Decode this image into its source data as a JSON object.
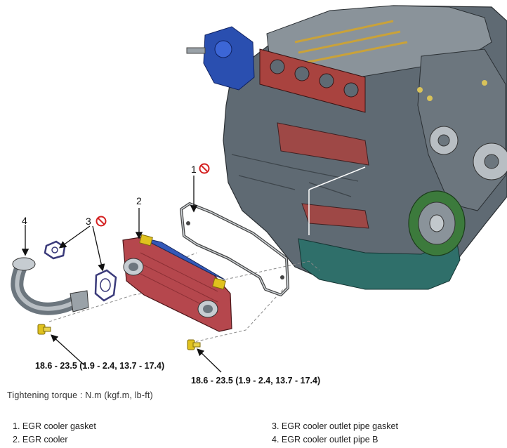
{
  "callouts": {
    "part1": "1",
    "part2": "2",
    "part3": "3",
    "part4": "4"
  },
  "torque_specs": {
    "left": "18.6 - 23.5 (1.9 - 2.4, 13.7 - 17.4)",
    "right": "18.6 - 23.5 (1.9 - 2.4, 13.7 - 17.4)"
  },
  "caption": "Tightening torque : N.m (kgf.m, lb-ft)",
  "legend": {
    "left": [
      "1. EGR cooler gasket",
      "2. EGR cooler"
    ],
    "right": [
      "3. EGR cooler outlet pipe gasket",
      "4. EGR cooler outlet pipe B"
    ]
  },
  "icons": {
    "no_reuse": "prohibition-icon"
  },
  "colors": {
    "engine_body": "#5f6a73",
    "oil_pan": "#2f6f6a",
    "manifold": "#a9433f",
    "egr_cooler": "#b5474d",
    "pulley_ring": "#3c7a3c",
    "thermostat": "#2a4fb0",
    "prohibition_red": "#d42020"
  }
}
